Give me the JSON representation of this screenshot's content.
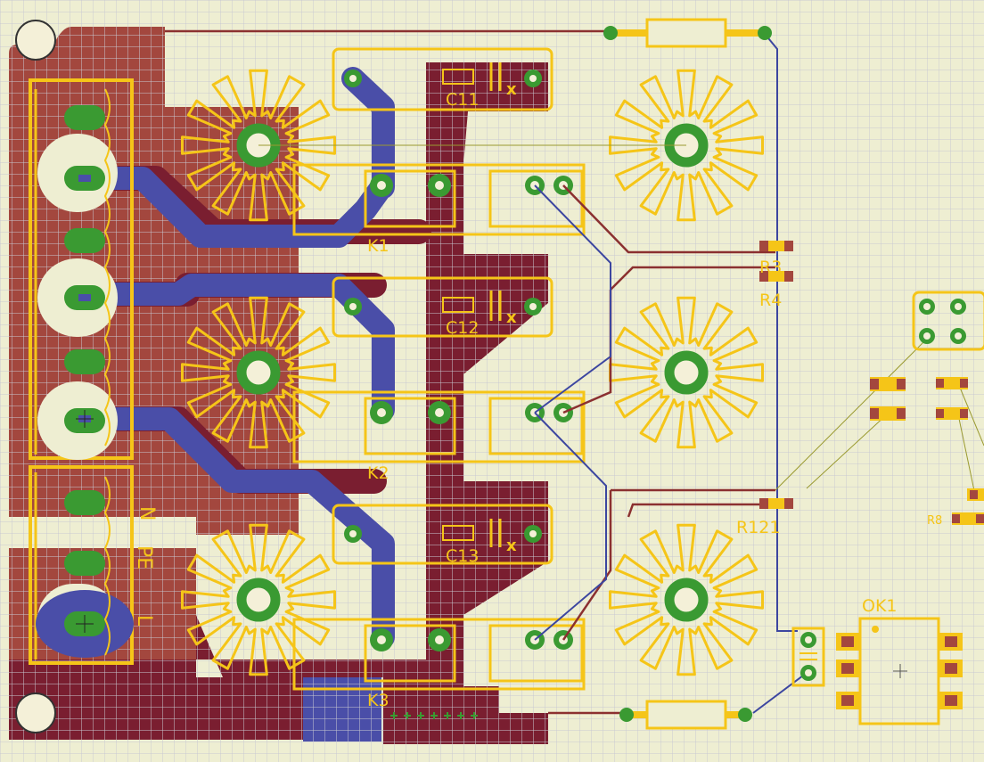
{
  "colors": {
    "background": "#eeeed2",
    "grid": "#c9c9d2",
    "bottom_copper": "#a3473e",
    "dark_copper": "#7a1e30",
    "blue_copper": "#4a4ea8",
    "silkscreen": "#f5c518",
    "pad": "#3a9a32",
    "hole": "#f4f0d8",
    "signal_red": "#8b3030",
    "signal_blue": "#3c46a0",
    "airwire": "#9a9a30"
  },
  "labels": {
    "c11": "C11",
    "c12": "C12",
    "c13": "C13",
    "k1": "K1",
    "k2": "K2",
    "k3": "K3",
    "r3": "R3",
    "r4": "R4",
    "r121": "R121",
    "ok1": "OK1",
    "r8": "R8",
    "n": "N",
    "pe": "PE",
    "l": "L",
    "x1": "x",
    "x2": "x",
    "x3": "x"
  }
}
